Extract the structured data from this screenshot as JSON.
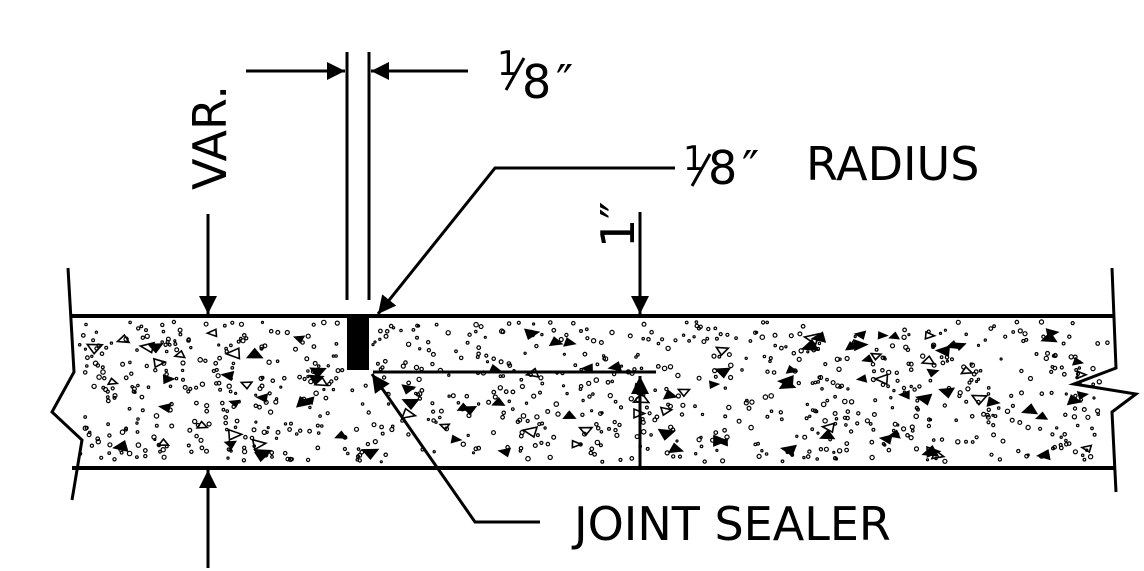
{
  "labels": {
    "top_fraction_num": "1",
    "top_fraction_den": "8",
    "top_fraction_mark": "″",
    "radius_num": "1",
    "radius_den": "8",
    "radius_mark": "″",
    "radius_word": "RADIUS",
    "var": "VAR.",
    "depth": "1″",
    "joint_sealer": "JOINT SEALER"
  },
  "colors": {
    "ink": "#000000",
    "paper": "#ffffff"
  }
}
